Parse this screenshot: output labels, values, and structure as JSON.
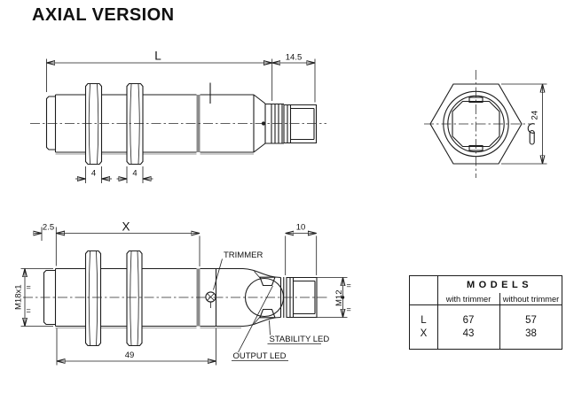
{
  "title": "AXIAL VERSION",
  "top_view": {
    "dims": {
      "overall_length": "L",
      "connector_length": "14.5",
      "nut_width_1": "4",
      "nut_width_2": "4"
    }
  },
  "end_view": {
    "dims": {
      "wrench_size": "24"
    }
  },
  "front_view": {
    "dims": {
      "face_offset": "2.5",
      "thread_length": "X",
      "connector_length": "10",
      "body_thread": "M18x1",
      "connector_thread": "M12",
      "housing_length": "49"
    },
    "labels": {
      "trimmer": "TRIMMER",
      "stability_led": "STABILITY LED",
      "output_led": "OUTPUT LED"
    },
    "symmetry_mark": "="
  },
  "table": {
    "title": "MODELS",
    "columns": [
      "with trimmer",
      "without trimmer"
    ],
    "rows": [
      {
        "label": "L",
        "with_trimmer": "67",
        "without_trimmer": "57"
      },
      {
        "label": "X",
        "with_trimmer": "43",
        "without_trimmer": "38"
      }
    ]
  }
}
